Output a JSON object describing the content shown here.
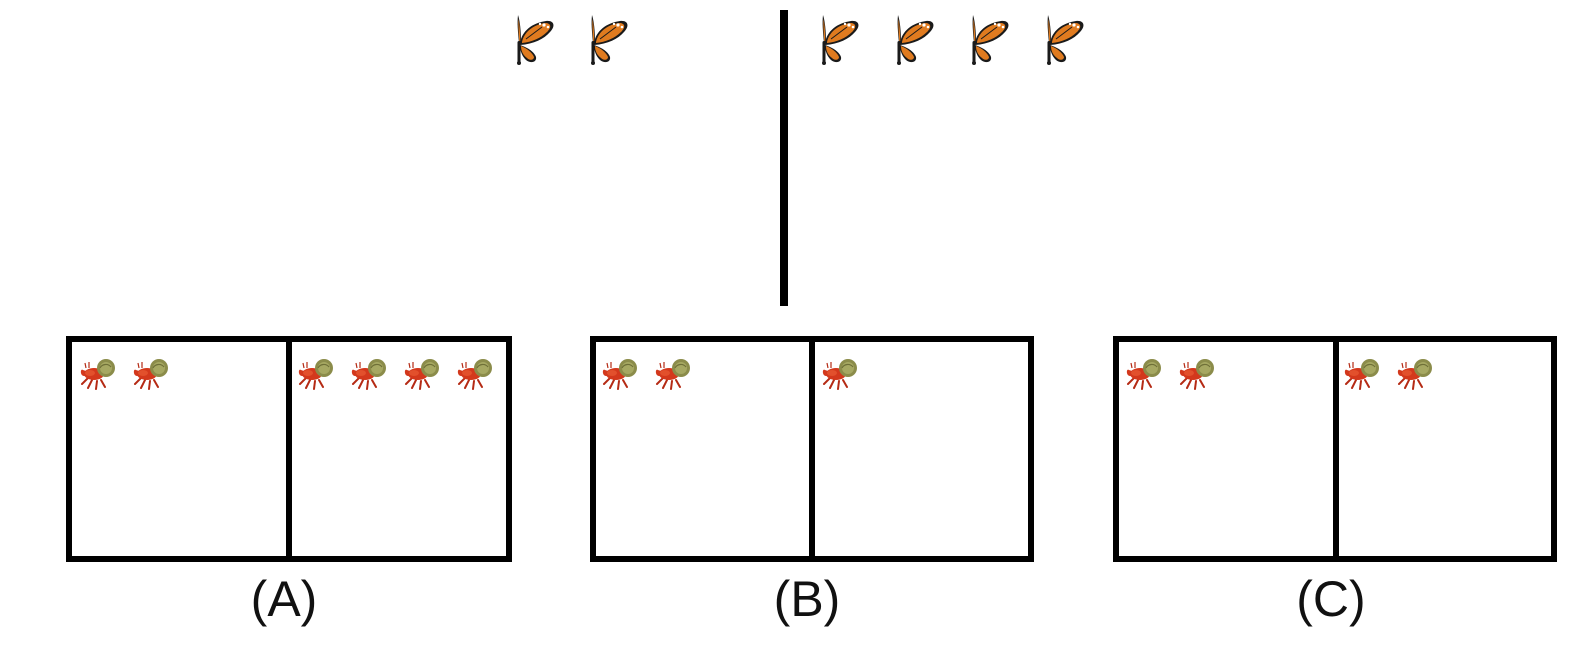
{
  "icons": {
    "top_item": "butterfly-icon",
    "box_item": "hermit-crab-icon"
  },
  "colors": {
    "line": "#000000",
    "butterfly_wing": "#e07b1f",
    "butterfly_dark": "#1a1a1a",
    "crab_body": "#d3381c",
    "crab_shell": "#9a9a55"
  },
  "top": {
    "left_count": 2,
    "right_count": 4
  },
  "options": [
    {
      "label": "(A)",
      "left_count": 2,
      "right_count": 4
    },
    {
      "label": "(B)",
      "left_count": 2,
      "right_count": 1
    },
    {
      "label": "(C)",
      "left_count": 2,
      "right_count": 2
    }
  ]
}
